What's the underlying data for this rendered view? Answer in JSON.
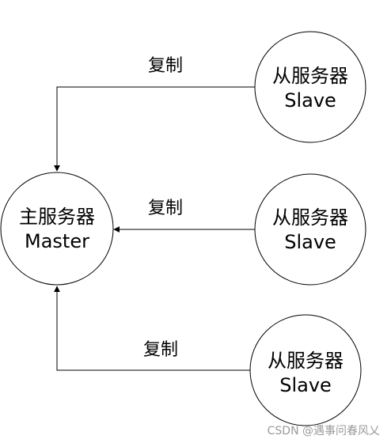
{
  "nodes": {
    "master": {
      "line1": "主服务器",
      "line2": "Master"
    },
    "slave_top": {
      "line1": "从服务器",
      "line2": "Slave"
    },
    "slave_middle": {
      "line1": "从服务器",
      "line2": "Slave"
    },
    "slave_bottom": {
      "line1": "从服务器",
      "line2": "Slave"
    }
  },
  "edges": {
    "top_label": "复制",
    "middle_label": "复制",
    "bottom_label": "复制"
  },
  "watermark": "CSDN @遇事问春风乂"
}
